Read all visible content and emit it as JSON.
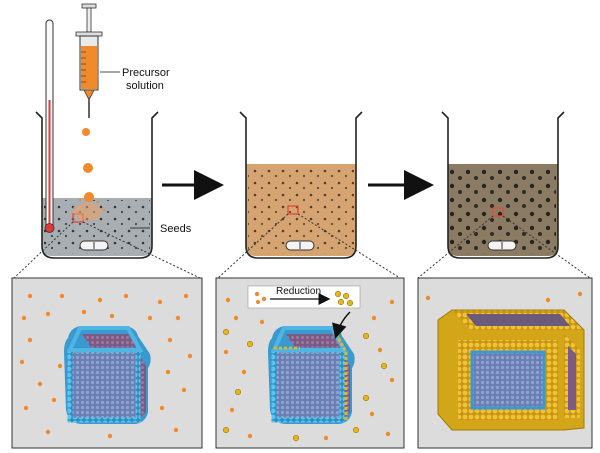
{
  "labels": {
    "precursor_line1": "Precursor",
    "precursor_line2": "solution",
    "seeds": "Seeds",
    "reduction": "Reduction"
  },
  "colors": {
    "precursor_orange": "#f08a2a",
    "seed_blue": "#4fb6e3",
    "seed_face_purple": "#8a5a8a",
    "shell_gold": "#e7b51c",
    "water_grey": "#a9aeb3",
    "solution_tan": "#d5a470",
    "solution_brown": "#8c7b63",
    "panel_bg": "#dcdcdc",
    "marker_red": "#e04a3a"
  },
  "icons": [
    "thermometer-icon",
    "syringe-icon",
    "beaker-icon",
    "stir-bar-icon",
    "arrow-right-icon"
  ]
}
